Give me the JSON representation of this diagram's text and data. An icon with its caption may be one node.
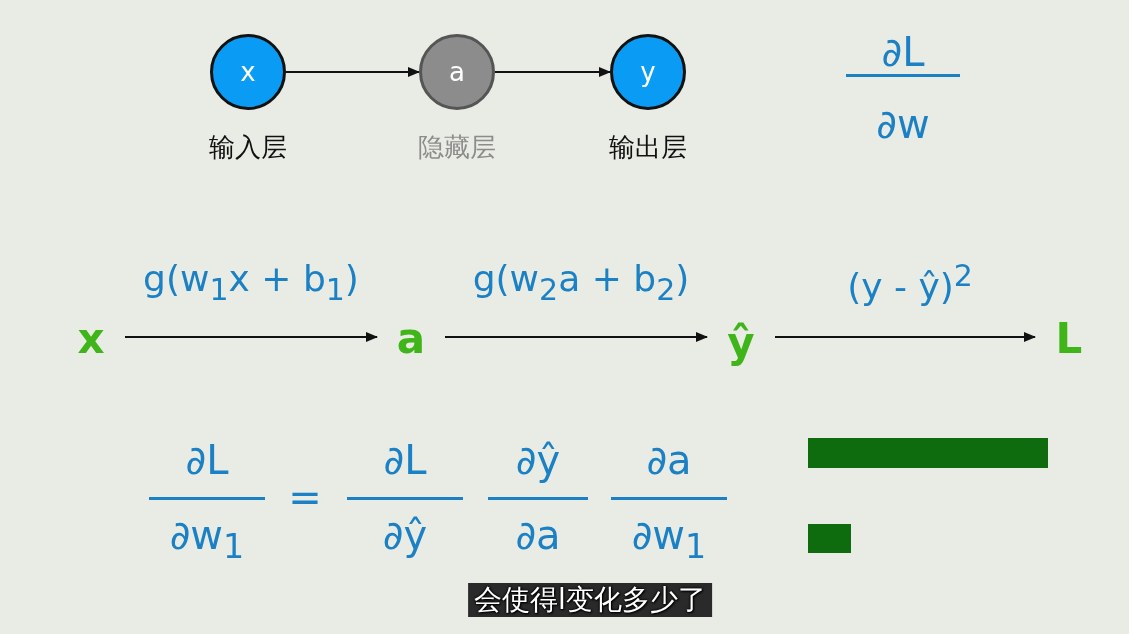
{
  "diagram": {
    "nodes": [
      {
        "text": [
          "x"
        ],
        "beside": [
          "输入层"
        ]
      },
      {
        "text": [
          "a"
        ],
        "beside": [
          "隐藏层"
        ]
      },
      {
        "text": [
          "y"
        ],
        "beside": [
          "输出层"
        ]
      },
      {
        "text": [
          "x"
        ]
      },
      {
        "text": [
          "a"
        ]
      },
      {
        "text": [
          "ŷ"
        ]
      },
      {
        "text": [
          "L"
        ]
      },
      {
        "text": [],
        "shape": "bar"
      },
      {
        "text": [],
        "shape": "bar"
      }
    ],
    "edges": [
      {
        "from": 0,
        "to": 1,
        "arrow": "to"
      },
      {
        "from": 1,
        "to": 2,
        "arrow": "to"
      },
      {
        "from": 3,
        "to": 4,
        "arrow": "to",
        "label": "g(w$_{1}$x + b$_{1}$)"
      },
      {
        "from": 4,
        "to": 5,
        "arrow": "to",
        "label": "g(w$_{2}$a + b$_{2}$)"
      },
      {
        "from": 5,
        "to": 6,
        "arrow": "to",
        "label": "(y - ŷ)$^{2}$"
      }
    ],
    "labels": [
      "∂L",
      "∂w",
      "∂L",
      "∂w$_{1}$",
      "=",
      "∂L",
      "∂ŷ",
      "∂ŷ",
      "∂a",
      "∂a",
      "∂w$_{1}$",
      "会使得l变化多少了"
    ]
  }
}
